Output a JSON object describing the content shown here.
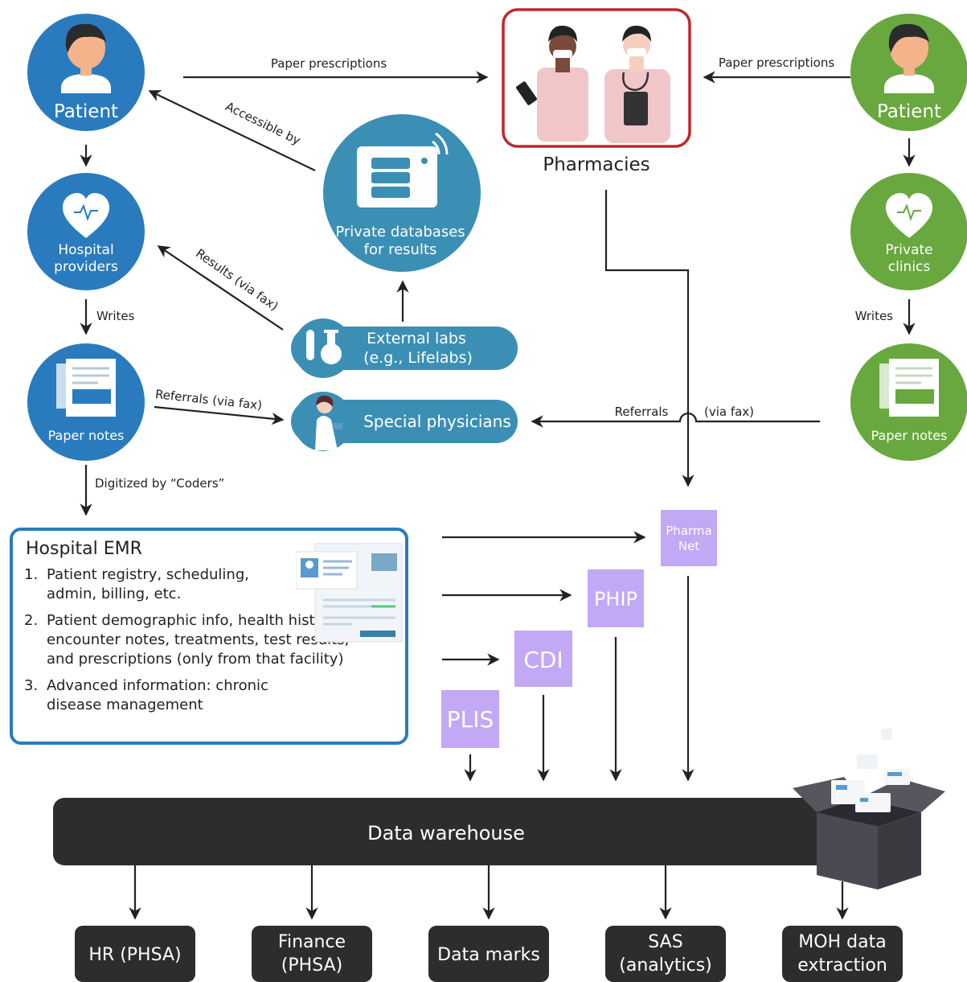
{
  "patient_left": {
    "label": "Patient",
    "color": "#2a7bbd",
    "icon": "patient-icon"
  },
  "patient_right": {
    "label": "Patient",
    "color": "#68a83e",
    "icon": "patient-icon"
  },
  "hospital_providers": {
    "line1": "Hospital",
    "line2": "providers",
    "icon": "heart-icon"
  },
  "private_clinics": {
    "line1": "Private",
    "line2": "clinics",
    "icon": "heart-icon"
  },
  "paper_notes_left": {
    "label": "Paper notes",
    "icon": "documents-icon"
  },
  "paper_notes_right": {
    "label": "Paper notes",
    "icon": "documents-icon"
  },
  "pharmacies": {
    "label": "Pharmacies",
    "border_color": "#c0272d",
    "icon": "pharmacists-icon"
  },
  "private_db": {
    "line1": "Private databases",
    "line2": "for results",
    "color": "#3b8fb5",
    "icon": "database-server-icon"
  },
  "external_labs": {
    "line1": "External labs",
    "line2": "(e.g., Lifelabs)",
    "icon": "lab-flask-icon"
  },
  "special_physicians": {
    "label": "Special physicians",
    "icon": "physician-icon"
  },
  "edge_labels": {
    "paper_prescriptions_left": "Paper prescriptions",
    "paper_prescriptions_right": "Paper prescriptions",
    "accessible_by": "Accessible by",
    "results_via_fax": "Results (via fax)",
    "writes_left": "Writes",
    "writes_right": "Writes",
    "referrals_via_fax_left": "Referrals (via fax)",
    "referrals_right": "Referrals",
    "via_fax_right": "(via fax)",
    "digitized_by": "Digitized by “Coders”"
  },
  "hospital_emr": {
    "title": "Hospital EMR",
    "items": [
      {
        "num": "1.",
        "text": "Patient registry, scheduling, admin, billing, etc."
      },
      {
        "num": "2.",
        "text": "Patient demographic info, health history, encounter notes, treatments, test results, and prescriptions (only from that facility)"
      },
      {
        "num": "3.",
        "text": "Advanced information: chronic disease management"
      }
    ],
    "border_color": "#2a7bbd",
    "icon": "emr-record-icon"
  },
  "systems": {
    "color": "#c2a8f5",
    "pharmanet": {
      "line1": "Pharma",
      "line2": "Net"
    },
    "phip": "PHIP",
    "cdi": "CDI",
    "plis": "PLIS"
  },
  "data_warehouse": {
    "label": "Data warehouse",
    "color": "#2d2d2d",
    "icon": "open-box-icon"
  },
  "outputs": [
    {
      "line1": "HR (PHSA)",
      "line2": ""
    },
    {
      "line1": "Finance",
      "line2": "(PHSA)"
    },
    {
      "line1": "Data marks",
      "line2": ""
    },
    {
      "line1": "SAS",
      "line2": "(analytics)"
    },
    {
      "line1": "MOH data",
      "line2": "extraction"
    }
  ]
}
